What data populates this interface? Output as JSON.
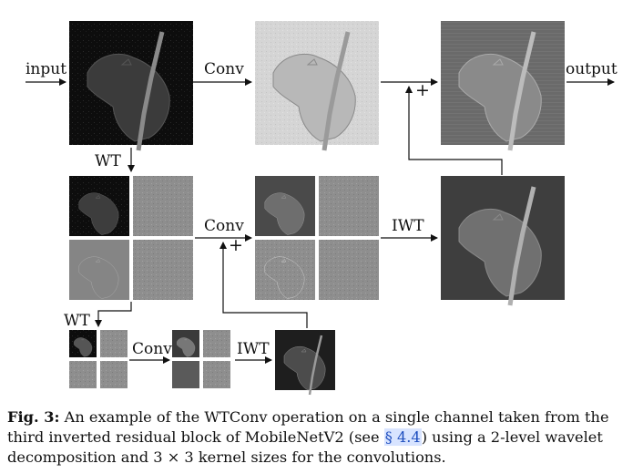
{
  "labels": {
    "input": "input",
    "output": "output",
    "conv_top": "Conv",
    "wt_1": "WT",
    "conv_mid": "Conv",
    "iwt_mid": "IWT",
    "wt_2": "WT",
    "conv_bottom": "Conv",
    "iwt_bottom": "IWT",
    "plus_top": "+",
    "plus_mid": "+"
  },
  "caption": {
    "label": "Fig. 3:",
    "text_before": " An example of the WTConv operation on a single channel taken from the third inverted residual block of MobileNetV2 (see ",
    "ref": "§ 4.4",
    "text_after": ") using a 2-level wavelet decomposition and 3 × 3 kernel sizes for the convolutions."
  }
}
